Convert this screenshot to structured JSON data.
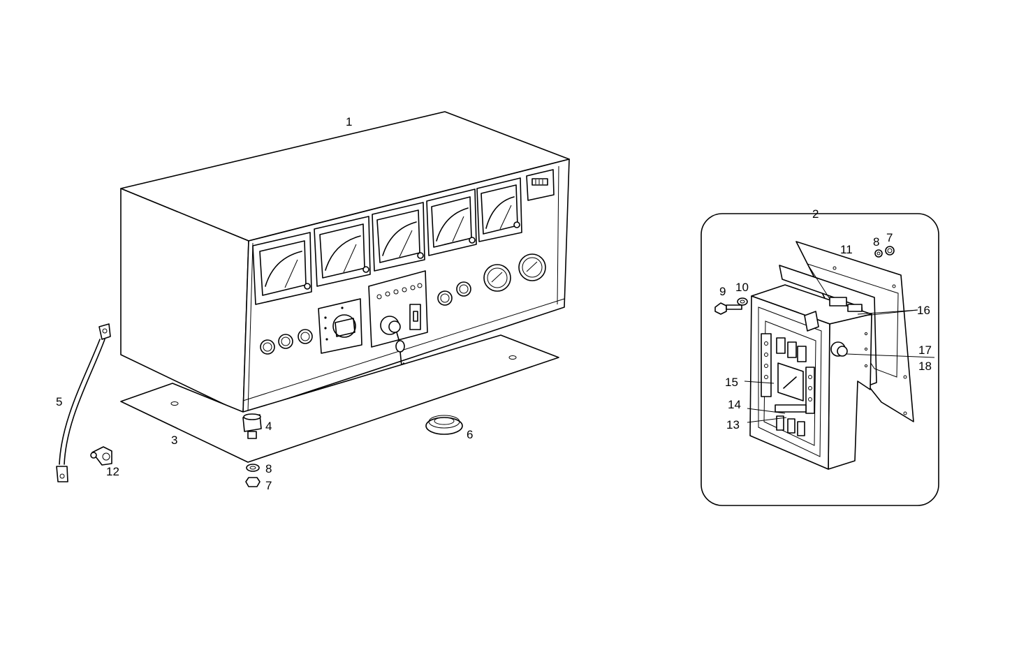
{
  "labels": {
    "l1": "1",
    "l2": "2",
    "l3": "3",
    "l4": "4",
    "l5": "5",
    "l6": "6",
    "l7a": "7",
    "l8a": "8",
    "l12": "12",
    "l7b": "7",
    "l8b": "8",
    "l9": "9",
    "l10": "10",
    "l11": "11",
    "l13": "13",
    "l14": "14",
    "l15": "15",
    "l16": "16",
    "l17": "17",
    "l18": "18"
  }
}
